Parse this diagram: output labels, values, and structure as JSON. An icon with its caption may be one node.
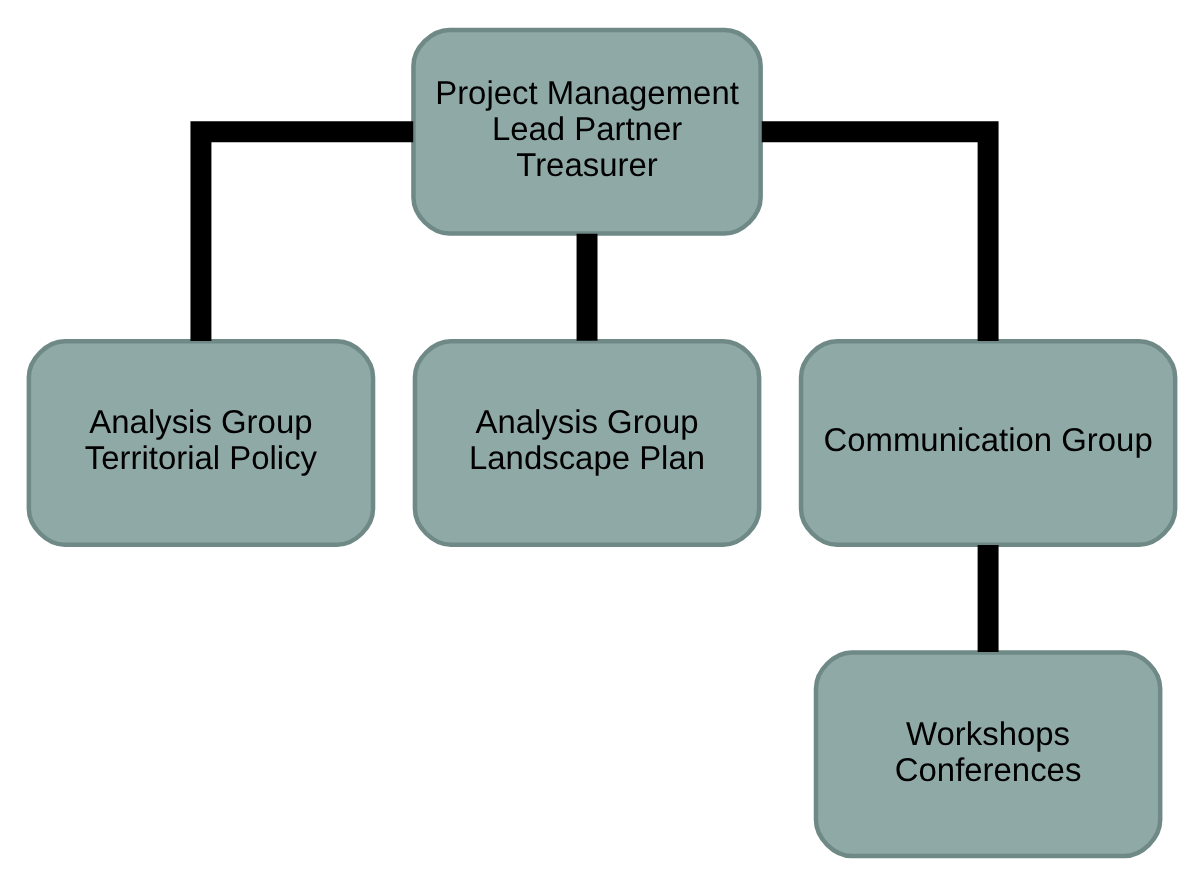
{
  "diagram": {
    "nodes": [
      {
        "text": [
          "Project Management Lead Partner Treasurer"
        ]
      },
      {
        "text": [
          "Analysis Group Territorial Policy"
        ]
      },
      {
        "text": [
          "Analysis Group Landscape Plan"
        ]
      },
      {
        "text": [
          "Communication Group"
        ]
      },
      {
        "text": [
          "Workshops Conferences"
        ]
      }
    ],
    "edges": [
      {
        "from": 0,
        "to": 1,
        "arrow": "none"
      },
      {
        "from": 0,
        "to": 2,
        "arrow": "none"
      },
      {
        "from": 0,
        "to": 3,
        "arrow": "none"
      },
      {
        "from": 3,
        "to": 4,
        "arrow": "none"
      }
    ]
  }
}
